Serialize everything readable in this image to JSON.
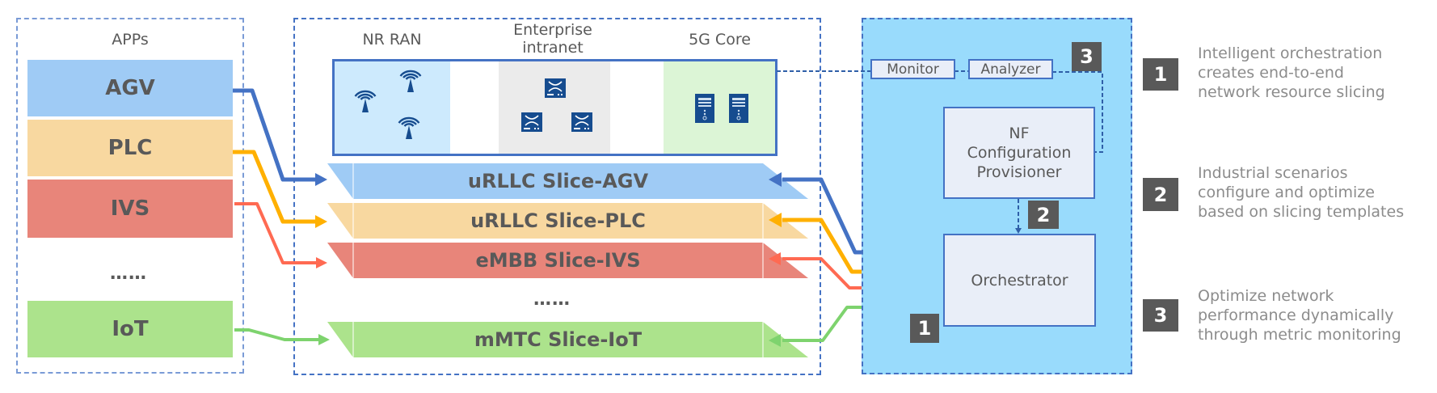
{
  "apps": {
    "title": "APPs",
    "items": [
      {
        "label": "AGV",
        "color": "#9fcbf5"
      },
      {
        "label": "PLC",
        "color": "#f8d8a0"
      },
      {
        "label": "IVS",
        "color": "#e8857a"
      },
      {
        "label": "IoT",
        "color": "#ace38c"
      }
    ],
    "ellipsis": "……"
  },
  "network": {
    "zones": [
      {
        "label": "NR RAN",
        "color": "#cdeafd",
        "icon": "antenna-icon"
      },
      {
        "label": "Enterprise intranet",
        "color": "#ebebeb",
        "icon": "switch-icon"
      },
      {
        "label": "5G Core",
        "color": "#dcf5d6",
        "icon": "server-icon"
      }
    ]
  },
  "slices": {
    "items": [
      {
        "label": "uRLLC Slice-AGV",
        "color": "#9fcbf5",
        "line_color": "#4472c4"
      },
      {
        "label": "uRLLC Slice-PLC",
        "color": "#f8d8a0",
        "line_color": "#ffb000"
      },
      {
        "label": "eMBB Slice-IVS",
        "color": "#e8857a",
        "line_color": "#ff6a52"
      },
      {
        "label": "mMTC Slice-IoT",
        "color": "#ace38c",
        "line_color": "#7ed36e"
      }
    ],
    "ellipsis": "……"
  },
  "orchestration": {
    "background": "#99dbfc",
    "monitor": "Monitor",
    "analyzer": "Analyzer",
    "nf_provisioner": [
      "NF",
      "Configuration",
      "Provisioner"
    ],
    "orchestrator": "Orchestrator",
    "badges": {
      "one": "1",
      "two": "2",
      "three": "3"
    }
  },
  "legend": [
    {
      "number": "1",
      "text": "Intelligent orchestration creates end-to-end network resource slicing"
    },
    {
      "number": "2",
      "text": "Industrial scenarios configure and optimize based on slicing templates"
    },
    {
      "number": "3",
      "text": "Optimize network performance dynamically through metric monitoring"
    }
  ]
}
